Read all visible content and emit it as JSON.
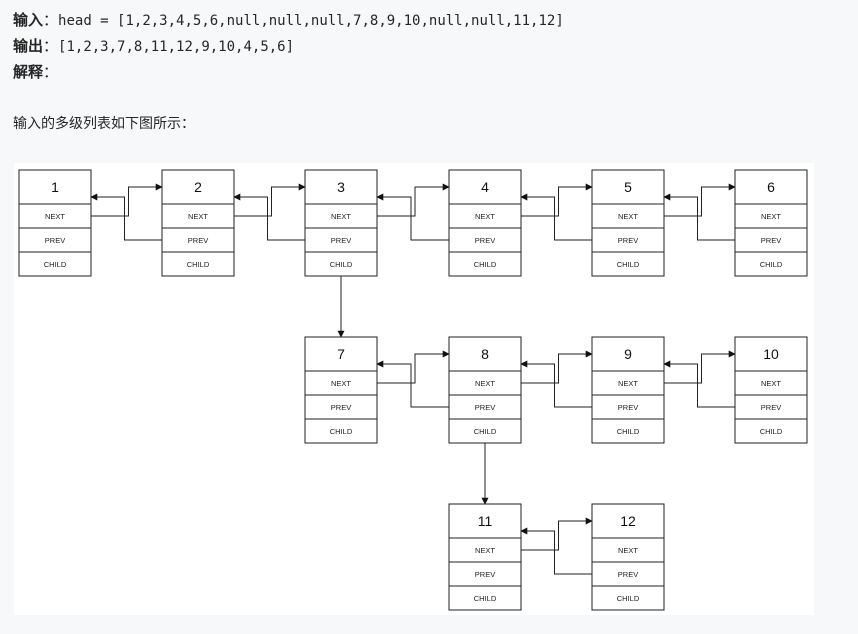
{
  "input_label": "输入",
  "input_sep": "：",
  "input_value": "head = [1,2,3,4,5,6,null,null,null,7,8,9,10,null,null,11,12]",
  "output_label": "输出",
  "output_sep": "：",
  "output_value": "[1,2,3,7,8,11,12,9,10,4,5,6]",
  "explain_label": "解释",
  "explain_sep": "：",
  "description": "输入的多级列表如下图所示：",
  "field_labels": [
    "NEXT",
    "PREV",
    "CHILD"
  ],
  "levels": [
    {
      "nodes": [
        "1",
        "2",
        "3",
        "4",
        "5",
        "6"
      ]
    },
    {
      "nodes": [
        "7",
        "8",
        "9",
        "10"
      ]
    },
    {
      "nodes": [
        "11",
        "12"
      ]
    }
  ],
  "child_links": [
    {
      "parent": "3",
      "child": "7"
    },
    {
      "parent": "8",
      "child": "11"
    }
  ]
}
